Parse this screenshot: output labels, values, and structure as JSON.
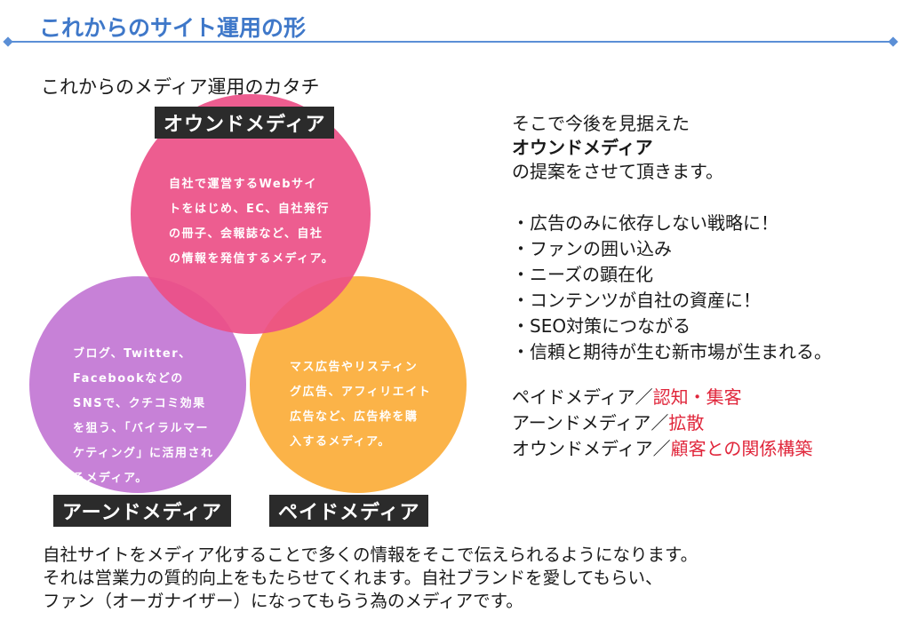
{
  "header": {
    "title": "これからのサイト運用の形"
  },
  "subtitle": "これからのメディア運用のカタチ",
  "venn": {
    "owned": {
      "label": "オウンドメディア",
      "text": [
        "自社で運営するWebサイ",
        "トをはじめ、EC、自社発行",
        "の冊子、会報誌など、自社",
        "の情報を発信するメディア。"
      ],
      "color": "#ec4f87"
    },
    "earned": {
      "label": "アーンドメディア",
      "text": [
        "ブログ、Twitter、",
        "Facebookなどの",
        "SNSで、クチコミ効果",
        "を狙う、「バイラルマー",
        "ケティング」に活用され",
        "るメディア。"
      ],
      "color": "#bf70d2"
    },
    "paid": {
      "label": "ペイドメディア",
      "text": [
        "マス広告やリスティン",
        "グ広告、アフィリエイト",
        "広告など、広告枠を購",
        "入するメディア。"
      ],
      "color": "#fbab34"
    }
  },
  "right": {
    "intro1": "そこで今後を見据えた",
    "intro2": "オウンドメディア",
    "intro3": "の提案をさせて頂きます。",
    "bullets": [
      "・広告のみに依存しない戦略に！",
      "・ファンの囲い込み",
      "・ニーズの顕在化",
      "・コンテンツが自社の資産に！",
      "・SEO対策につながる",
      "・信頼と期待が生む新市場が生まれる。"
    ],
    "roles": [
      {
        "prefix": "ペイドメディア／",
        "accent": "認知・集客"
      },
      {
        "prefix": "アーンドメディア／",
        "accent": "拡散"
      },
      {
        "prefix": "オウンドメディア／",
        "accent": "顧客との関係構築"
      }
    ]
  },
  "bottom": {
    "lines": [
      "自社サイトをメディア化することで多くの情報をそこで伝えられるようになります。",
      "それは営業力の質的向上をもたらせてくれます。自社ブランドを愛してもらい、",
      "ファン（オーガナイザー）になってもらう為のメディアです。"
    ]
  }
}
